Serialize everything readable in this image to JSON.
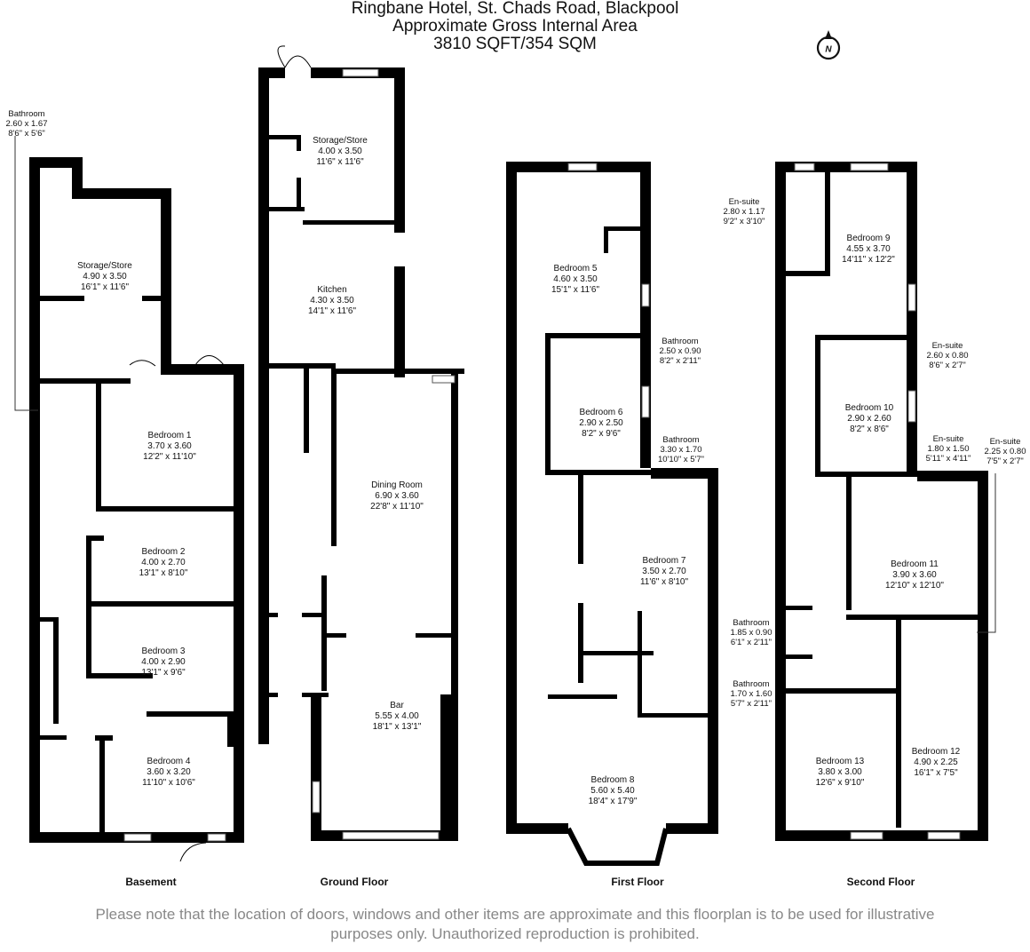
{
  "header": {
    "line1": "Ringbane Hotel, St. Chads Road, Blackpool",
    "line2": "Approximate Gross Internal Area",
    "line3": "3810 SQFT/354 SQM"
  },
  "compass": {
    "label": "N",
    "icon": "north-arrow-icon"
  },
  "floors": [
    {
      "name": "Basement",
      "rooms": [
        {
          "name": "Bathroom",
          "metric": "2.60 x 1.67",
          "imperial": "8'6\" x 5'6\""
        },
        {
          "name": "Storage/Store",
          "metric": "4.90 x 3.50",
          "imperial": "16'1\" x 11'6\""
        },
        {
          "name": "Bedroom 1",
          "metric": "3.70 x 3.60",
          "imperial": "12'2\" x 11'10\""
        },
        {
          "name": "Bedroom 2",
          "metric": "4.00 x 2.70",
          "imperial": "13'1\" x 8'10\""
        },
        {
          "name": "Bedroom 3",
          "metric": "4.00 x 2.90",
          "imperial": "13'1\" x 9'6\""
        },
        {
          "name": "Bedroom 4",
          "metric": "3.60 x 3.20",
          "imperial": "11'10\" x 10'6\""
        }
      ]
    },
    {
      "name": "Ground Floor",
      "rooms": [
        {
          "name": "Storage/Store",
          "metric": "4.00 x 3.50",
          "imperial": "11'6\" x 11'6\""
        },
        {
          "name": "Kitchen",
          "metric": "4.30 x 3.50",
          "imperial": "14'1\" x 11'6\""
        },
        {
          "name": "Dining Room",
          "metric": "6.90 x 3.60",
          "imperial": "22'8\" x 11'10\""
        },
        {
          "name": "Bar",
          "metric": "5.55 x 4.00",
          "imperial": "18'1\" x 13'1\""
        }
      ]
    },
    {
      "name": "First Floor",
      "rooms": [
        {
          "name": "Bedroom 5",
          "metric": "4.60 x 3.50",
          "imperial": "15'1\" x 11'6\""
        },
        {
          "name": "Bathroom",
          "metric": "2.50 x 0.90",
          "imperial": "8'2\" x 2'11\""
        },
        {
          "name": "Bedroom 6",
          "metric": "2.90 x 2.50",
          "imperial": "8'2\" x 9'6\""
        },
        {
          "name": "Bathroom",
          "metric": "3.30 x 1.70",
          "imperial": "10'10\" x 5'7\""
        },
        {
          "name": "Bedroom 7",
          "metric": "3.50 x 2.70",
          "imperial": "11'6\" x 8'10\""
        },
        {
          "name": "Bathroom",
          "metric": "1.85 x 0.90",
          "imperial": "6'1\" x 2'11\""
        },
        {
          "name": "Bathroom",
          "metric": "1.70 x 1.60",
          "imperial": "5'7\" x 2'11\""
        },
        {
          "name": "Bedroom 8",
          "metric": "5.60 x 5.40",
          "imperial": "18'4\" x 17'9\""
        }
      ]
    },
    {
      "name": "Second Floor",
      "rooms": [
        {
          "name": "En-suite",
          "metric": "2.80 x 1.17",
          "imperial": "9'2\" x 3'10\""
        },
        {
          "name": "Bedroom 9",
          "metric": "4.55 x 3.70",
          "imperial": "14'11\" x 12'2\""
        },
        {
          "name": "En-suite",
          "metric": "2.60 x 0.80",
          "imperial": "8'6\" x 2'7\""
        },
        {
          "name": "Bedroom 10",
          "metric": "2.90 x 2.60",
          "imperial": "8'2\" x 8'6\""
        },
        {
          "name": "En-suite",
          "metric": "1.80 x 1.50",
          "imperial": "5'11\" x 4'11\""
        },
        {
          "name": "En-suite",
          "metric": "2.25 x 0.80",
          "imperial": "7'5\" x 2'7\""
        },
        {
          "name": "Bedroom 11",
          "metric": "3.90 x 3.60",
          "imperial": "12'10\" x 12'10\""
        },
        {
          "name": "Bedroom 13",
          "metric": "3.80 x 3.00",
          "imperial": "12'6\" x 9'10\""
        },
        {
          "name": "Bedroom 12",
          "metric": "4.90 x 2.25",
          "imperial": "16'1\" x 7'5\""
        }
      ]
    }
  ],
  "disclaimer": {
    "line1": "Please note that the location of doors, windows and other items are approximate and this floorplan is to be used for illustrative",
    "line2": "purposes only. Unauthorized reproduction is prohibited."
  }
}
